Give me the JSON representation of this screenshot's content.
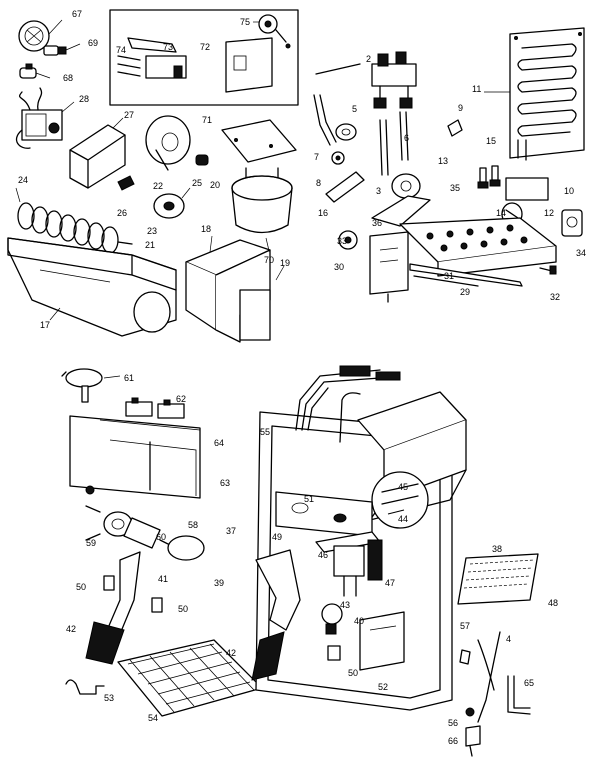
{
  "part_numbers": {
    "p2": "2",
    "p3": "3",
    "p4": "4",
    "p5": "5",
    "p6": "6",
    "p7": "7",
    "p8": "8",
    "p9": "9",
    "p10": "10",
    "p11": "11",
    "p12": "12",
    "p13": "13",
    "p14": "14",
    "p15": "15",
    "p16": "16",
    "p17": "17",
    "p18": "18",
    "p19": "19",
    "p20": "20",
    "p21": "21",
    "p22": "22",
    "p23": "23",
    "p24": "24",
    "p25": "25",
    "p26": "26",
    "p27": "27",
    "p28": "28",
    "p29": "29",
    "p30": "30",
    "p31": "31",
    "p32": "32",
    "p33": "33",
    "p34": "34",
    "p35": "35",
    "p36": "36",
    "p37": "37",
    "p38": "38",
    "p39": "39",
    "p40": "40",
    "p41": "41",
    "p42a": "42",
    "p42b": "42",
    "p43": "43",
    "p44": "44",
    "p45": "45",
    "p46": "46",
    "p47": "47",
    "p48": "48",
    "p49": "49",
    "p50a": "50",
    "p50b": "50",
    "p50c": "50",
    "p51": "51",
    "p52": "52",
    "p53": "53",
    "p54": "54",
    "p55": "55",
    "p56": "56",
    "p57": "57",
    "p58": "58",
    "p59": "59",
    "p60": "60",
    "p61": "61",
    "p62": "62",
    "p63": "63",
    "p64": "64",
    "p65": "65",
    "p66": "66",
    "p67": "67",
    "p68": "68",
    "p69": "69",
    "p70": "70",
    "p71": "71",
    "p72": "72",
    "p73": "73",
    "p74": "74",
    "p75": "75"
  }
}
